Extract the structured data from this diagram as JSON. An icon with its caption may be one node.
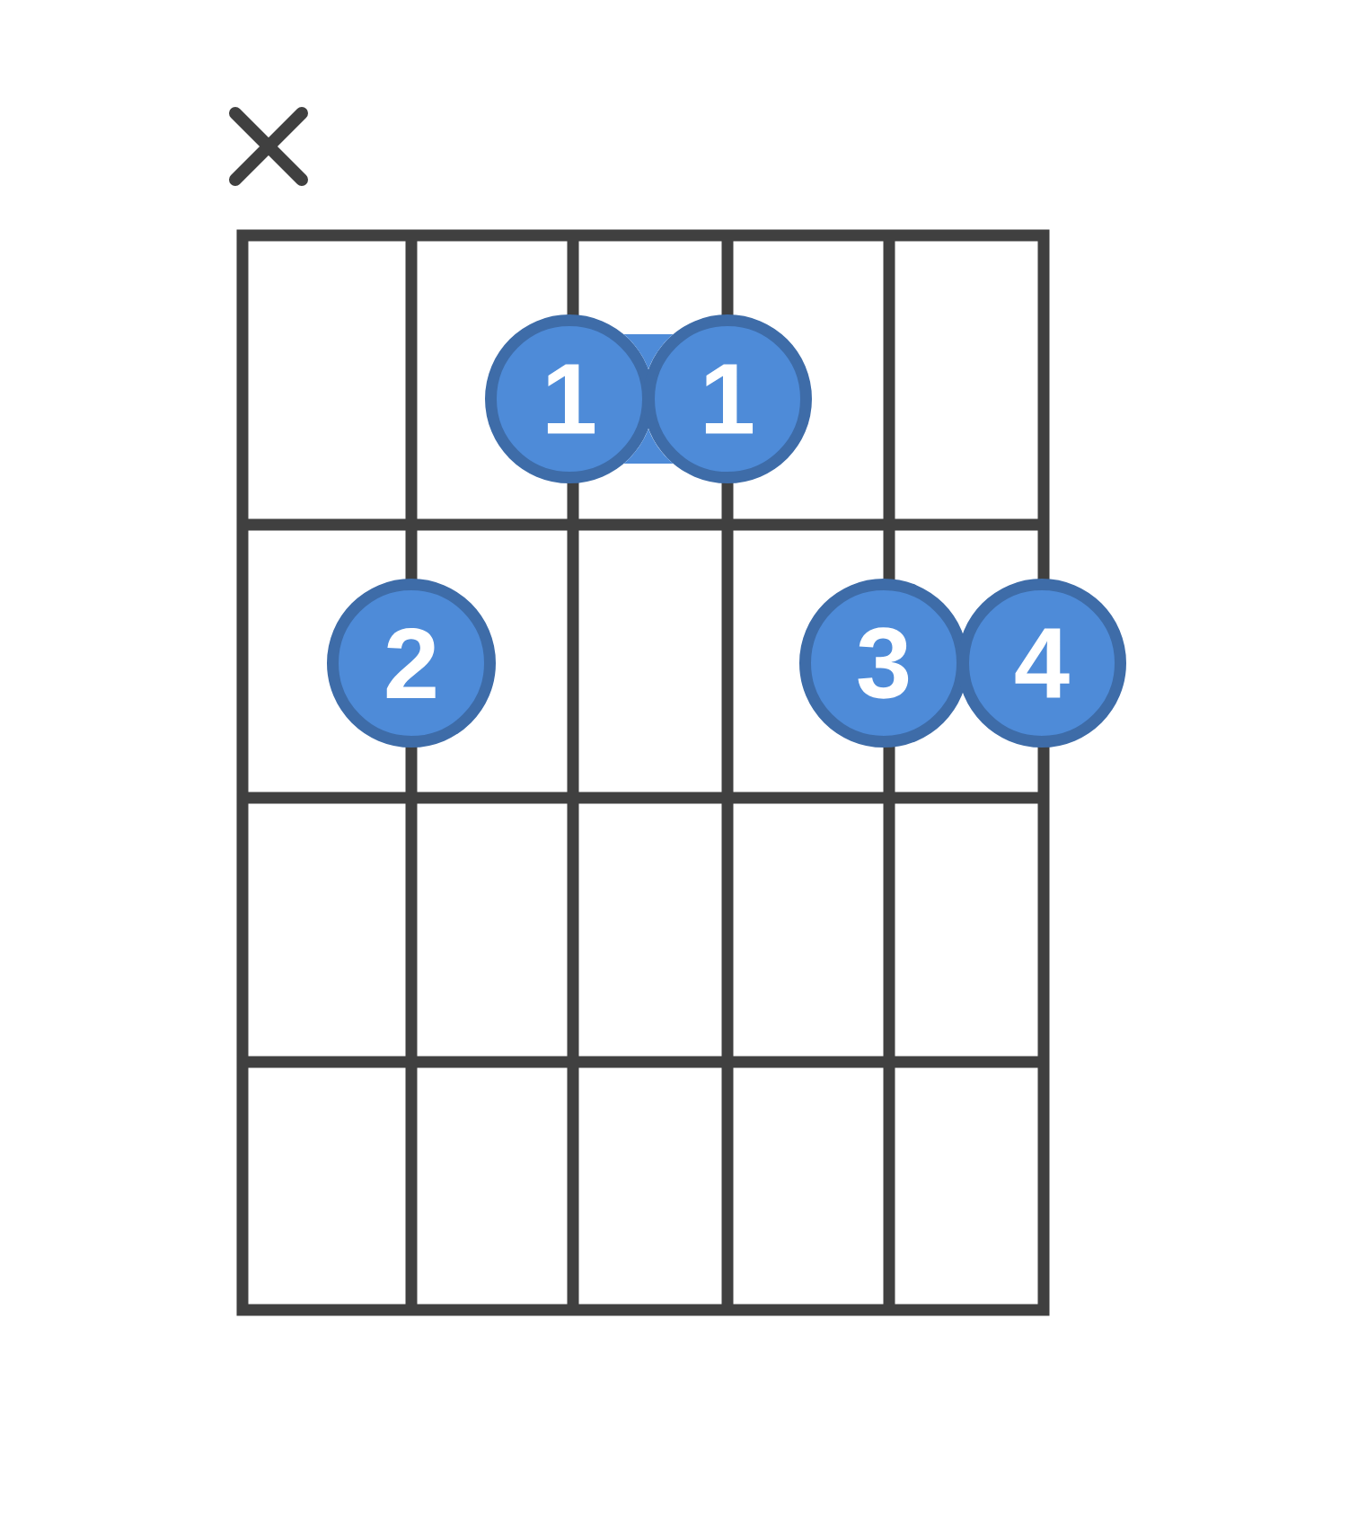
{
  "diagram": {
    "nodes": [
      {
        "text": [
          "1"
        ]
      },
      {
        "text": [
          "1"
        ]
      },
      {
        "text": [
          "2"
        ]
      },
      {
        "text": [
          "3"
        ]
      },
      {
        "text": [
          "4"
        ]
      }
    ],
    "edges": [
      {
        "from": 0,
        "to": 1,
        "arrow": "none"
      }
    ]
  }
}
